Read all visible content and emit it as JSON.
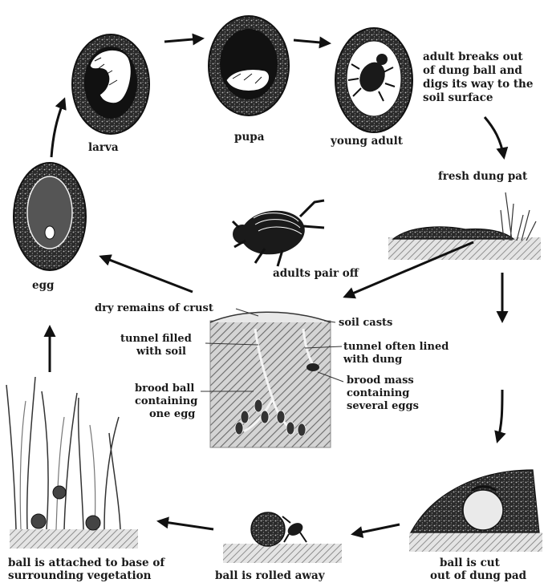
{
  "stages": {
    "larva": "larva",
    "pupa": "pupa",
    "young_adult": "young adult",
    "adult_breaks_out": [
      "adult breaks out",
      "of dung ball and",
      "digs its way to the",
      "soil surface"
    ],
    "fresh_dung_pat": "fresh dung pat",
    "adults_pair_off": "adults pair off",
    "egg": "egg",
    "ball_cut": [
      "ball is cut",
      "out of dung pad"
    ],
    "ball_rolled": "ball is rolled away",
    "ball_attached": [
      "ball is attached to base of",
      "surrounding vegetation"
    ]
  },
  "soil_section": {
    "dry_remains": "dry remains of crust",
    "soil_casts": "soil casts",
    "tunnel_soil": [
      "tunnel filled",
      "with soil"
    ],
    "tunnel_dung": [
      "tunnel often lined",
      "with dung"
    ],
    "brood_ball": [
      "brood ball",
      "containing",
      "one egg"
    ],
    "brood_mass": [
      "brood mass",
      "containing",
      "several eggs"
    ]
  }
}
